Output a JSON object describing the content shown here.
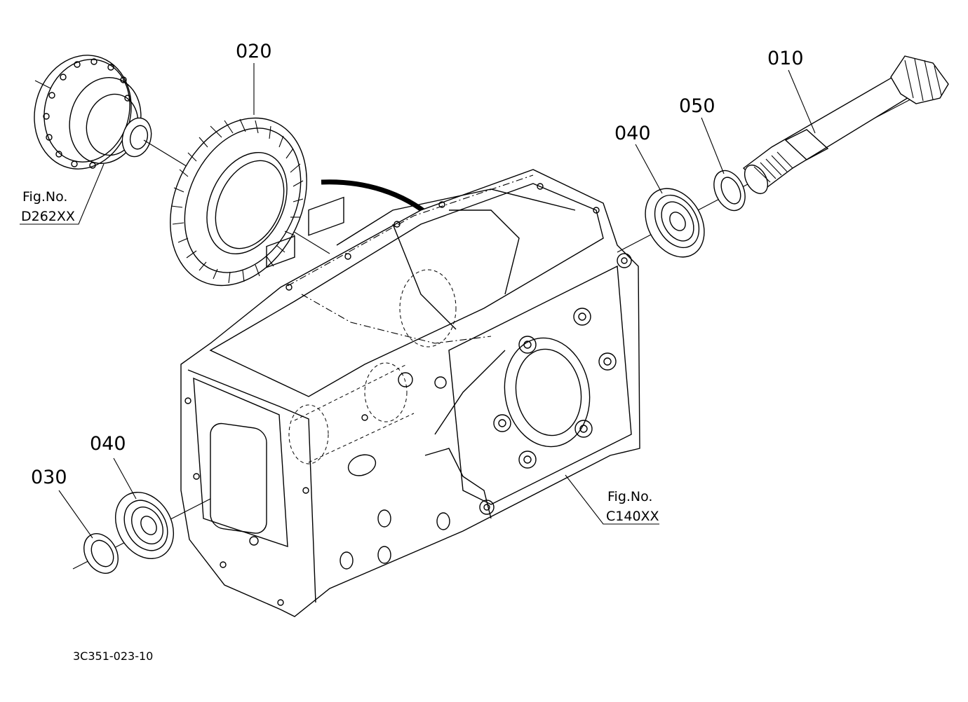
{
  "callouts": {
    "p020": "020",
    "p010": "010",
    "p050": "050",
    "p040_right": "040",
    "p040_left": "040",
    "p030": "030"
  },
  "fig_refs": {
    "upper_label": "Fig.No.",
    "upper_code": "D262XX",
    "lower_label": "Fig.No.",
    "lower_code": "C140XX"
  },
  "drawing_number": "3C351-023-10"
}
